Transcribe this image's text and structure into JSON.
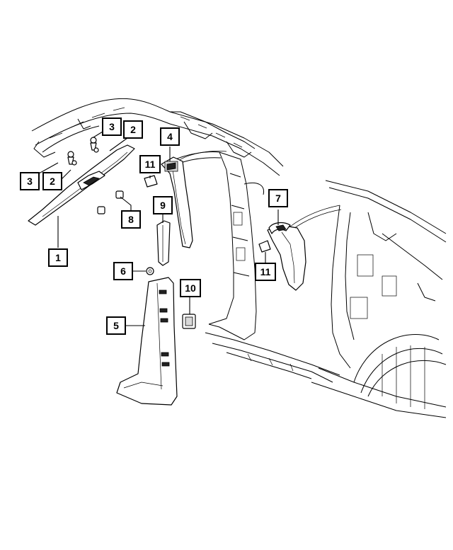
{
  "callouts": [
    {
      "id": "1",
      "label": "1"
    },
    {
      "id": "2a",
      "label": "2"
    },
    {
      "id": "2b",
      "label": "2"
    },
    {
      "id": "3a",
      "label": "3"
    },
    {
      "id": "3b",
      "label": "3"
    },
    {
      "id": "4",
      "label": "4"
    },
    {
      "id": "5",
      "label": "5"
    },
    {
      "id": "6",
      "label": "6"
    },
    {
      "id": "7",
      "label": "7"
    },
    {
      "id": "8",
      "label": "8"
    },
    {
      "id": "9",
      "label": "9"
    },
    {
      "id": "10",
      "label": "10"
    },
    {
      "id": "11a",
      "label": "11"
    },
    {
      "id": "11b",
      "label": "11"
    }
  ]
}
